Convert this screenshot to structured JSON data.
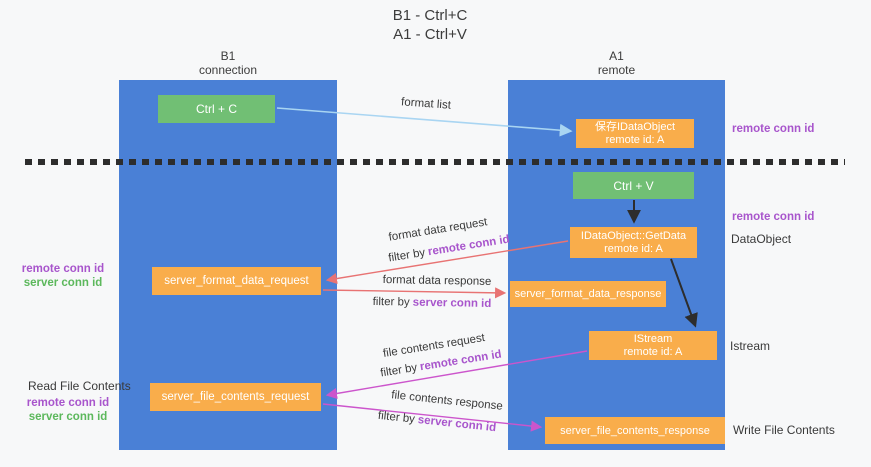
{
  "title": {
    "line1": "B1 - Ctrl+C",
    "line2": "A1 - Ctrl+V"
  },
  "lanes": {
    "b1": {
      "title": "B1",
      "subtitle": "connection"
    },
    "a1": {
      "title": "A1",
      "subtitle": "remote"
    }
  },
  "nodes": {
    "ctrl_c": {
      "label": "Ctrl + C"
    },
    "save_idataobject": {
      "line1": "保存IDataObject",
      "line2": "remote id: A"
    },
    "ctrl_v": {
      "label": "Ctrl + V"
    },
    "getdata": {
      "line1": "IDataObject::GetData",
      "line2": "remote id: A"
    },
    "server_format_data_request": {
      "label": "server_format_data_request"
    },
    "server_format_data_response": {
      "label": "server_format_data_response"
    },
    "istream": {
      "line1": "IStream",
      "line2": "remote id: A"
    },
    "server_file_contents_request": {
      "label": "server_file_contents_request"
    },
    "server_file_contents_response": {
      "label": "server_file_contents_response"
    }
  },
  "arrows": {
    "format_list": {
      "label": "format list"
    },
    "format_data_request": {
      "label": "format data request",
      "filter_prefix": "filter by",
      "filter_value": "remote conn id"
    },
    "format_data_response": {
      "label": "format data response",
      "filter_prefix": "filter by",
      "filter_value": "server conn id"
    },
    "file_contents_request": {
      "label": "file contents request",
      "filter_prefix": "filter by",
      "filter_value": "remote conn id"
    },
    "file_contents_response": {
      "label": "file contents response",
      "filter_prefix": "filter by",
      "filter_value": "server conn id"
    }
  },
  "annotations": {
    "right_top_remote_conn": "remote conn id",
    "right_mid_remote_conn": "remote conn id",
    "right_dataobject": "DataObject",
    "right_istream": "Istream",
    "right_write_file": "Write File Contents",
    "left_mid": {
      "remote": "remote conn id",
      "server": "server conn id"
    },
    "left_bottom": {
      "title": "Read File Contents",
      "remote": "remote conn id",
      "server": "server conn id"
    }
  },
  "colors": {
    "lane-blue": "#4a80d6",
    "box-green": "#71bf74",
    "box-orange": "#f9ad4b",
    "arrow-lightblue": "#a9d5f2",
    "arrow-red": "#e87373",
    "arrow-magenta": "#cc55cc",
    "arrow-black": "#2d2d2d",
    "label-purple": "#a855cc",
    "label-green": "#5cb85c",
    "text-dark": "#3a3a3a",
    "background": "#f7f8f9"
  }
}
